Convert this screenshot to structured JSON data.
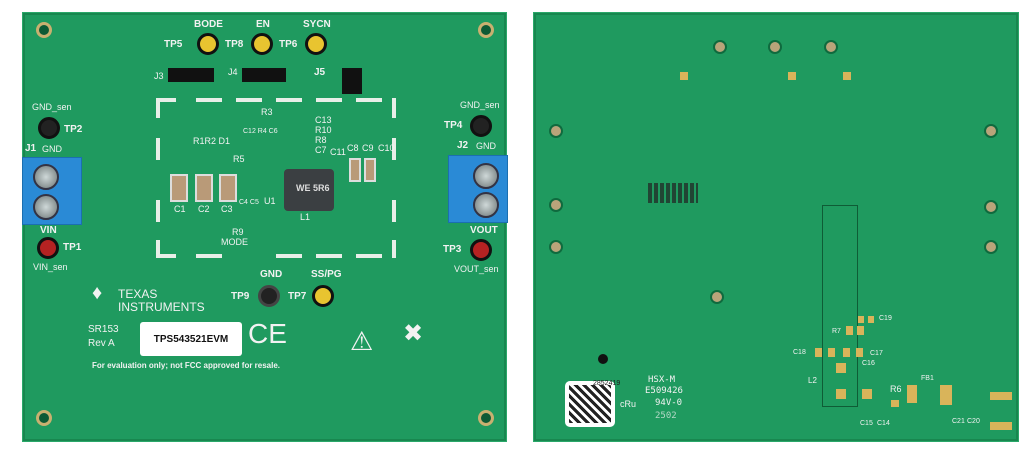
{
  "front": {
    "testpoints": {
      "bode": "BODE",
      "tp5": "TP5",
      "en": "EN",
      "tp8": "TP8",
      "sycn": "SYCN",
      "tp6": "TP6",
      "gnd_sen_left": "GND_sen",
      "tp2": "TP2",
      "gnd_sen_right": "GND_sen",
      "tp4": "TP4",
      "vin": "VIN",
      "tp1": "TP1",
      "vin_sen": "VIN_sen",
      "vout": "VOUT",
      "tp3": "TP3",
      "vout_sen": "VOUT_sen",
      "gnd_bottom": "GND",
      "ss_pg": "SS/PG",
      "tp9": "TP9",
      "tp7": "TP7"
    },
    "connectors": {
      "j1": "J1",
      "j1_gnd": "GND",
      "j2": "J2",
      "j2_gnd": "GND",
      "j3": "J3",
      "j4": "J4",
      "j5": "J5"
    },
    "components": {
      "r1r2d1": "R1R2 D1",
      "r3": "R3",
      "c12r4c6": "C12 R4 C6",
      "c13": "C13",
      "r10": "R10",
      "r8": "R8",
      "c7": "C7",
      "r5": "R5",
      "c11": "C11",
      "c8": "C8",
      "c9": "C9",
      "c10": "C10",
      "c1": "C1",
      "c2": "C2",
      "c3": "C3",
      "c4": "C4",
      "c5": "C5",
      "u1": "U1",
      "l1": "L1",
      "inductor_marking": "WE 5R6",
      "r9": "R9",
      "mode": "MODE"
    },
    "logo_text": "TEXAS INSTRUMENTS",
    "board_id": "SR153",
    "revision": "Rev A",
    "evm_label": "TPS543521EVM",
    "ce_mark": "CE",
    "disclaimer": "For evaluation only; not FCC approved for resale."
  },
  "back": {
    "hsx": "HSX-M",
    "ul_file": "E509426",
    "rating": "94V-0",
    "date_code": "2502",
    "serial": "2852419",
    "components": {
      "c19": "C19",
      "r7": "R7",
      "c18": "C18",
      "c17": "C17",
      "c16": "C16",
      "l2": "L2",
      "r6": "R6",
      "fb1": "FB1",
      "c15": "C15",
      "c14": "C14",
      "c21": "C21",
      "c20": "C20"
    }
  },
  "colors": {
    "pcb": "#1f9a5f",
    "silkscreen": "#f2f2f2",
    "terminal": "#2a8ad6",
    "pad": "#d9b45a"
  }
}
